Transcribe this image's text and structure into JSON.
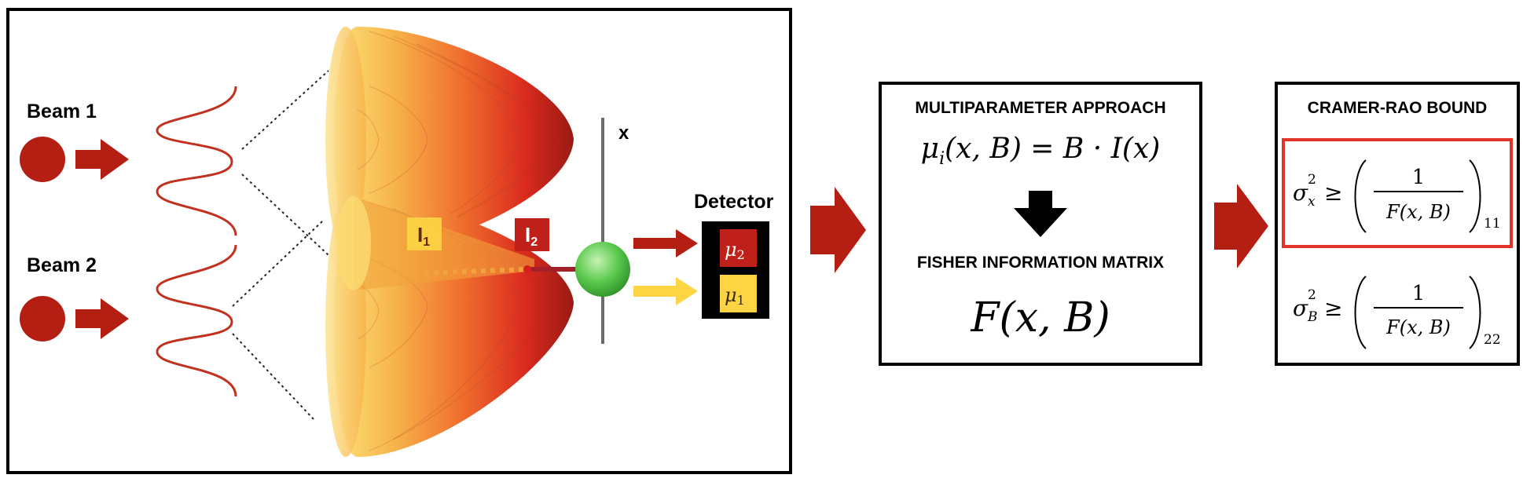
{
  "beams": [
    {
      "label": "Beam 1"
    },
    {
      "label": "Beam 2"
    }
  ],
  "axis_label": "x",
  "intensity_labels": {
    "i1": "I",
    "i1_sub": "1",
    "i2": "I",
    "i2_sub": "2"
  },
  "detector": {
    "title": "Detector",
    "outputs": [
      {
        "symbol": "μ",
        "sub": "2"
      },
      {
        "symbol": "μ",
        "sub": "1"
      }
    ]
  },
  "multiparameter": {
    "title": "MULTIPARAMETER APPROACH",
    "equation": {
      "lhs": "μ",
      "lhs_sub": "i",
      "args": "(x, B) = B · I(x)"
    },
    "subtitle": "FISHER INFORMATION MATRIX",
    "fisher": "F(x, B)"
  },
  "cramer_rao": {
    "title": "CRAMER-RAO BOUND",
    "bounds": [
      {
        "var": "σ",
        "sub": "x",
        "sup": "2",
        "geq": "≥",
        "num": "1",
        "den": "F(x, B)",
        "index": "11"
      },
      {
        "var": "σ",
        "sub": "B",
        "sup": "2",
        "geq": "≥",
        "num": "1",
        "den": "F(x, B)",
        "index": "22"
      }
    ]
  },
  "colors": {
    "beam_red": "#b51f13",
    "highlight_red": "#e3342a",
    "yellow": "#fdd544",
    "sphere_green": "#5ac94d",
    "border": "#000000"
  }
}
